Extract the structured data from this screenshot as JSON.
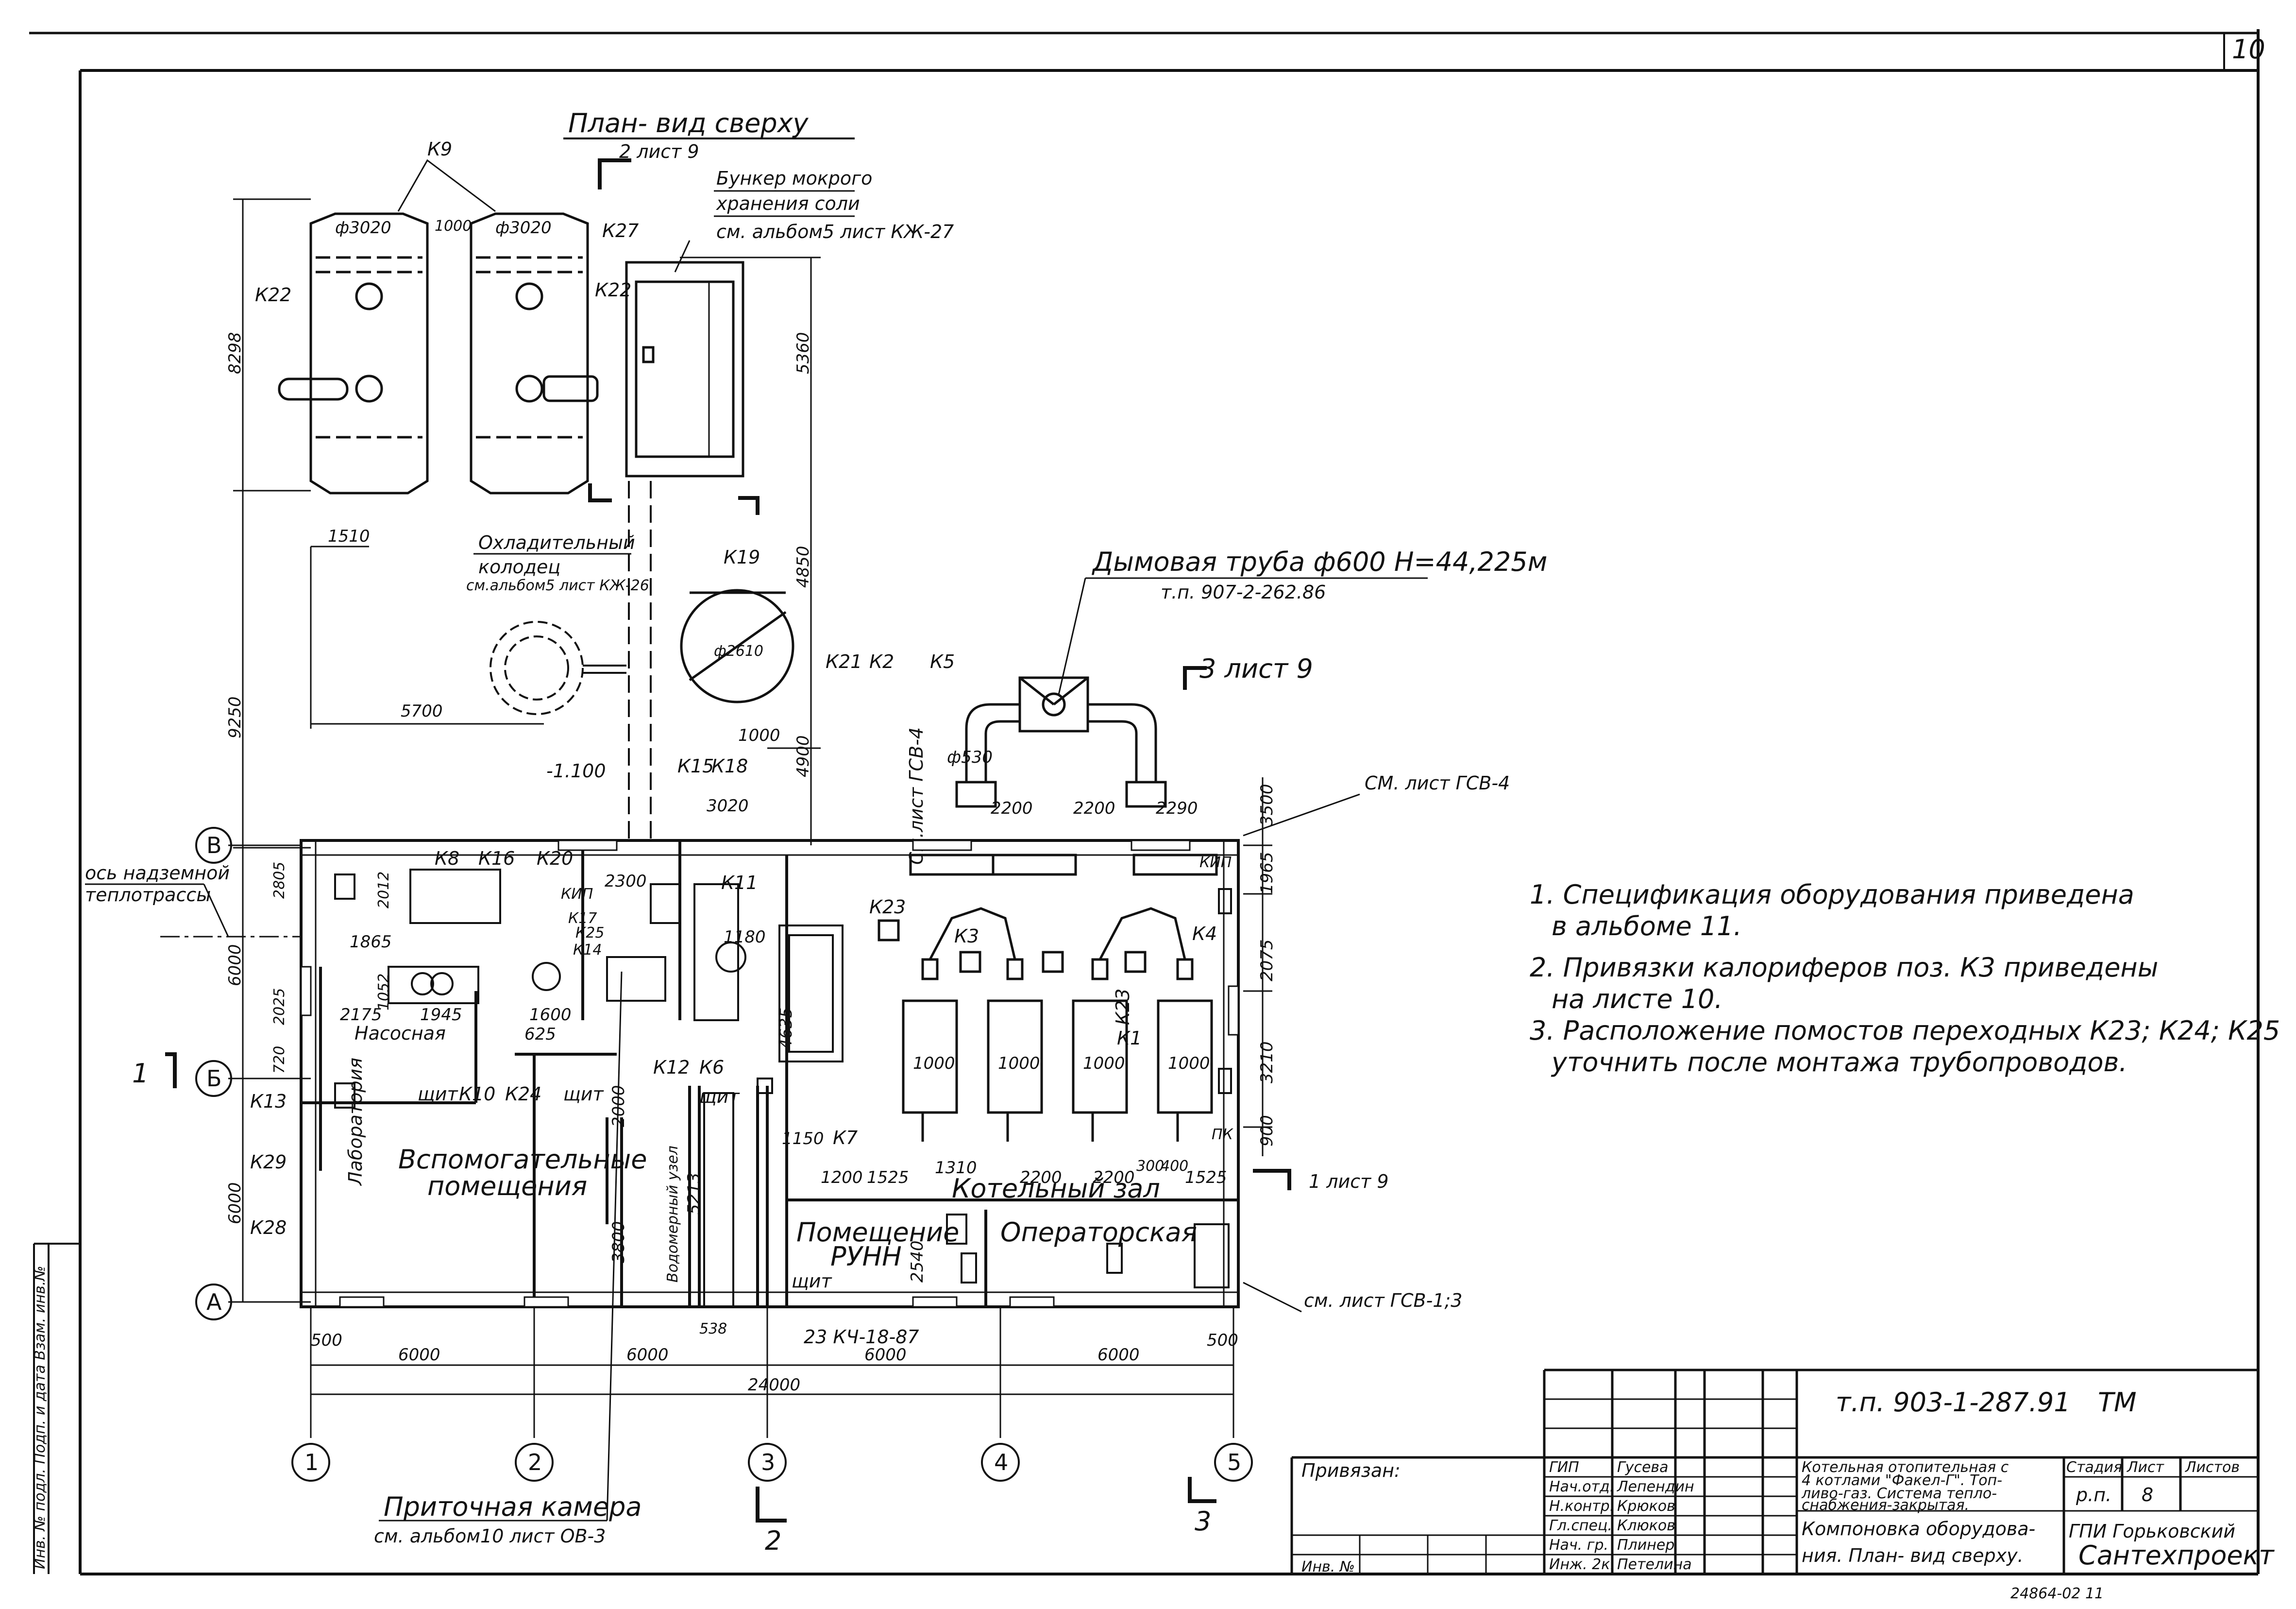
{
  "sheet": {
    "number": "10",
    "title": "План- вид сверху",
    "section_marks": [
      {
        "id": "2",
        "label": "2 лист 9"
      },
      {
        "id": "3",
        "label": "3 лист 9"
      },
      {
        "id": "1",
        "label": "1 лист 9"
      }
    ]
  },
  "plan": {
    "equipment_labels": {
      "k9": "К9",
      "k22a": "К22",
      "k22b": "К22",
      "k27": "К27",
      "k19": "К19",
      "k21": "К21",
      "k2": "К2",
      "k5": "К5",
      "k8": "К8",
      "k16": "К16",
      "k20": "К20",
      "k15": "К15",
      "k18": "К18",
      "k11": "К11",
      "k23": "К23",
      "k3": "К3",
      "k4": "К4",
      "k23b": "К23",
      "k1": "К1",
      "k17": "К17",
      "k25": "К25",
      "k14": "К14",
      "k12": "К12",
      "k6": "К6",
      "k13": "К13",
      "k10": "К10",
      "k24": "К24",
      "k7": "К7",
      "k29": "К29",
      "k28": "К28",
      "kip1": "КИП",
      "kip2": "КИП",
      "pk": "ПК"
    },
    "callouts": {
      "bunker": [
        "Бункер мокрого",
        "хранения соли",
        "см. альбом5 лист КЖ-27"
      ],
      "cooler": [
        "Охладительный",
        "колодец",
        "см.альбом5 лист КЖ-26"
      ],
      "chimney": [
        "Дымовая труба ф600 Н=44,225м",
        "т.п. 907-2-262.86"
      ],
      "sheet_gsv4_a": "См.лист ГСВ-4",
      "sheet_gsv4_b": "СМ. лист ГСВ-4",
      "sheet_gsv13": "см. лист ГСВ-1;3",
      "supply_chamber": [
        "Приточная камера",
        "см. альбом10 лист ОВ-3"
      ],
      "heat_route": [
        "ось надземной",
        "теплотрассы"
      ]
    },
    "rooms": {
      "pump": "Насосная",
      "lab": "Лаборатория",
      "aux": [
        "Вспомогательные",
        "помещения"
      ],
      "boiler_hall": "Котельный зал",
      "operator": "Операторская",
      "rum": [
        "Помещение",
        "РУНН"
      ],
      "water_node": "Водомерный узел",
      "panel": "щит"
    },
    "dimensions": {
      "d3020a": "ф3020",
      "d3020b": "ф3020",
      "d1000": "1000",
      "d8298": "8298",
      "d5360": "5360",
      "d1510": "1510",
      "d4850": "4850",
      "d5700": "5700",
      "d9250": "9250",
      "d2610": "ф2610",
      "d1000b": "1000",
      "d4900": "4900",
      "d530": "ф530",
      "d2200a": "2200",
      "d2200b": "2200",
      "d2290": "2290",
      "d3500": "3500",
      "d1965": "1965",
      "d2075": "2075",
      "d3210": "3210",
      "d900": "900",
      "d6000a": "6000",
      "d6000b": "6000",
      "d2805": "2805",
      "d2025": "2025",
      "d720": "720",
      "d3020": "3020",
      "d1100": "-1.100",
      "d1865": "1865",
      "d2012": "2012",
      "d1052": "1052",
      "d1945": "1945",
      "d2175": "2175",
      "d1600": "1600",
      "d625": "625",
      "d1150": "1150",
      "d1200": "1200",
      "d1525": "1525",
      "d1310": "1310",
      "d2200c": "2200",
      "d2200d": "2200",
      "d300": "300",
      "d400": "400",
      "d1525b": "1525",
      "d2540": "2540",
      "d3800": "3800",
      "d2000": "2000",
      "d5213": "5213",
      "d538": "538",
      "d4635": "4635",
      "d1180": "1180",
      "d1000c": "1000",
      "d1000d": "1000",
      "d1000e": "1000",
      "d1000f": "1000",
      "d500a": "500",
      "d500b": "500",
      "d2300": "2300",
      "bay1": "6000",
      "bay2": "6000",
      "bay3": "6000",
      "bay4": "6000",
      "total": "24000"
    },
    "axes": {
      "cols": [
        "1",
        "2",
        "3",
        "4",
        "5"
      ],
      "rows": [
        "В",
        "Б",
        "А"
      ]
    },
    "sub_ref": "23 КЧ-18-87"
  },
  "notes": [
    "1. Спецификация оборудования приведена",
    "в альбоме 11.",
    "2. Привязки калориферов поз. К3 приведены",
    "на листе 10.",
    "3. Расположение помостов переходных К23; К24; К25",
    "уточнить после монтажа трубопроводов."
  ],
  "title_block": {
    "code": "т.п. 903-1-287.91",
    "mark": "ТМ",
    "bound": "Привязан:",
    "inv": "Инв. №",
    "roles": [
      "ГИП",
      "Нач.отд.",
      "Н.контр.",
      "Гл.спец.",
      "Нач. гр.",
      "Инж. 2к."
    ],
    "names": [
      "Гусева",
      "Лепендин",
      "Крюков",
      "Клюков",
      "Плинер",
      "Петелина"
    ],
    "project": [
      "Котельная отопительная с",
      "4 котлами \"Факел-Г\". Топ-",
      "ливо-газ. Система тепло-",
      "снабжения-закрытая."
    ],
    "drawing": [
      "Компоновка оборудова-",
      "ния. План- вид сверху."
    ],
    "stage_h": "Стадия",
    "sheet_h": "Лист",
    "sheets_h": "Листов",
    "stage": "р.п.",
    "sheet": "8",
    "org": [
      "ГПИ Горьковский",
      "Сантехпроект"
    ],
    "archive": "24864-02  11"
  },
  "side_stamp": "Инв. № подл.   Подп. и дата   Взам. инв.№"
}
